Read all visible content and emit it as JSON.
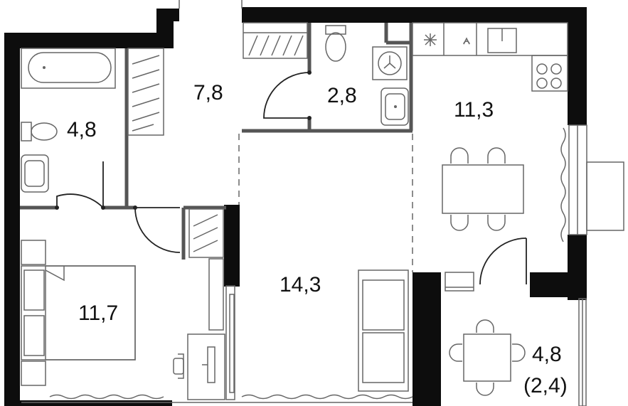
{
  "plan": {
    "rooms": [
      {
        "id": "bathroom",
        "area": "4,8"
      },
      {
        "id": "hallway",
        "area": "7,8"
      },
      {
        "id": "toilet",
        "area": "2,8"
      },
      {
        "id": "kitchen",
        "area": "11,3"
      },
      {
        "id": "bedroom",
        "area": "11,7"
      },
      {
        "id": "living",
        "area": "14,3"
      },
      {
        "id": "balcony",
        "area": "4,8",
        "sub": "(2,4)"
      }
    ]
  }
}
